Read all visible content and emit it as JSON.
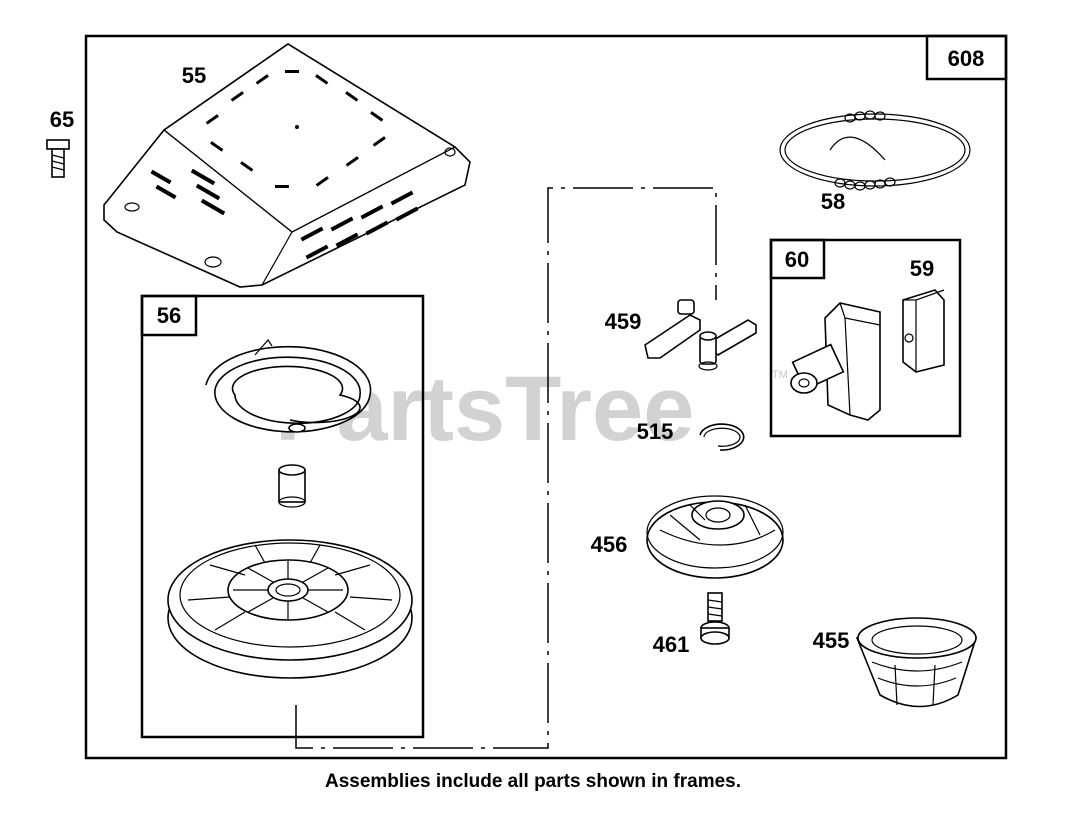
{
  "watermark": {
    "text": "PartsTree",
    "trademark": "TM"
  },
  "frames": {
    "main": "608",
    "rewind_spring_assembly": "56",
    "dog_assembly": "60"
  },
  "parts": [
    {
      "id": "p55",
      "label": "55",
      "name": "blower-housing-cover"
    },
    {
      "id": "p65",
      "label": "65",
      "name": "screw"
    },
    {
      "id": "p58",
      "label": "58",
      "name": "starter-rope"
    },
    {
      "id": "p59",
      "label": "59",
      "name": "clip"
    },
    {
      "id": "p459",
      "label": "459",
      "name": "pawl-dog"
    },
    {
      "id": "p515",
      "label": "515",
      "name": "retainer-ring"
    },
    {
      "id": "p456",
      "label": "456",
      "name": "pulley-retainer"
    },
    {
      "id": "p461",
      "label": "461",
      "name": "pivot-screw"
    },
    {
      "id": "p455",
      "label": "455",
      "name": "starter-cup"
    }
  ],
  "caption": "Assemblies include all parts shown in frames."
}
